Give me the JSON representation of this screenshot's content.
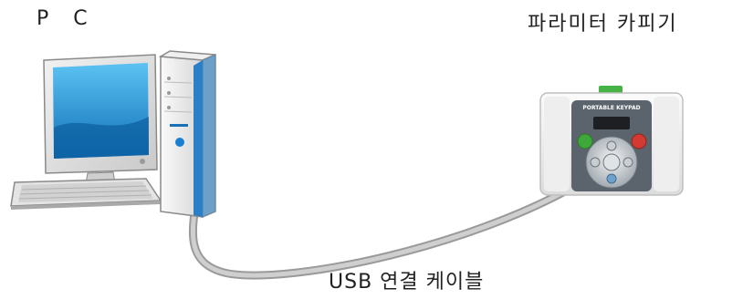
{
  "labels": {
    "pc": "P C",
    "copier": "파라미터 카피기",
    "cable": "USB 연결 케이블"
  },
  "keypad": {
    "brand_text": "PORTABLE KEYPAD"
  },
  "icons": [
    "desktop-computer-icon",
    "keyboard-icon",
    "tower-case-icon",
    "portable-keypad-icon",
    "usb-cable-icon"
  ],
  "colors": {
    "screen_blue": "#1a8fd6",
    "tower_blue": "#2a7fc6",
    "cable_gray": "#b8b8b8",
    "keypad_green": "#3fa83a",
    "keypad_red": "#d23a32"
  }
}
